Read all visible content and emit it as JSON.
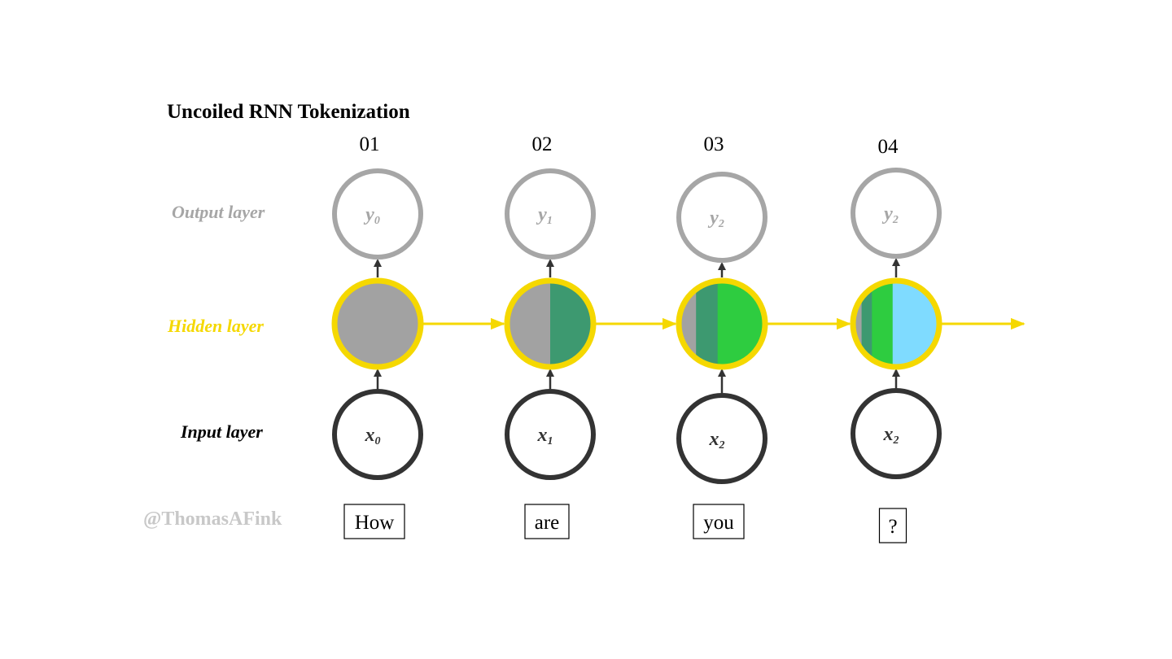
{
  "title": "Uncoiled RNN Tokenization",
  "watermark": "@ThomasAFink",
  "colors": {
    "output": "#a6a6a6",
    "hidden": "#f5d800",
    "input": "#333333",
    "arrow": "#333333",
    "segment_colors": [
      "#a2a2a2",
      "#3d9970",
      "#2ecc40",
      "#7fdbff"
    ]
  },
  "layers": {
    "output": "Output layer",
    "hidden": "Hidden layer",
    "input": "Input layer"
  },
  "steps": [
    {
      "number": "01",
      "y_base": "y",
      "y_sub": "0",
      "x_base": "x",
      "x_sub": "0",
      "token": "How",
      "hidden_fill": [
        1
      ]
    },
    {
      "number": "02",
      "y_base": "y",
      "y_sub": "1",
      "x_base": "x",
      "x_sub": "1",
      "token": "are",
      "hidden_fill": [
        0.5,
        0.5
      ]
    },
    {
      "number": "03",
      "y_base": "y",
      "y_sub": "2",
      "x_base": "x",
      "x_sub": "2",
      "token": "you",
      "hidden_fill": [
        0.2,
        0.25,
        0.55
      ]
    },
    {
      "number": "04",
      "y_base": "y",
      "y_sub": "2",
      "x_base": "x",
      "x_sub": "2",
      "token": "?",
      "hidden_fill": [
        0.1,
        0.12,
        0.24,
        0.54
      ]
    }
  ]
}
